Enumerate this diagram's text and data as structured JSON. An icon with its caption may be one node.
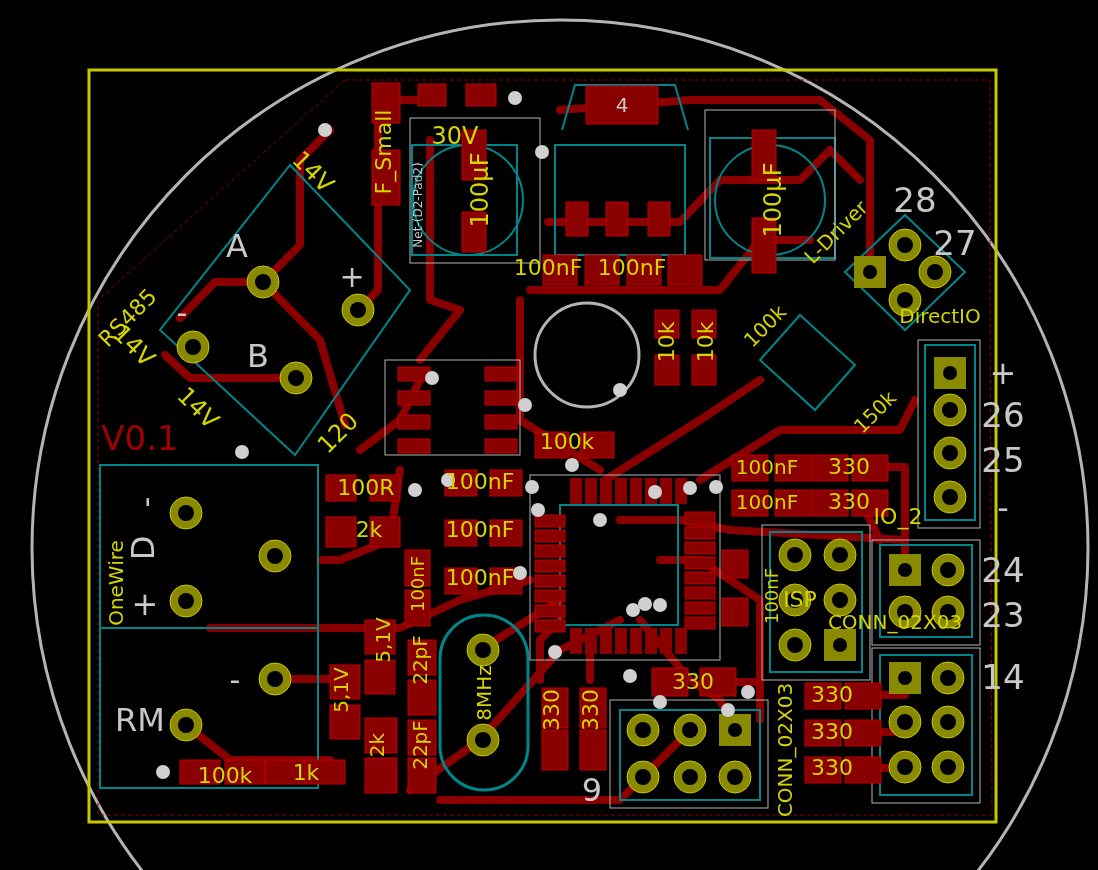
{
  "diagram": {
    "labels": [
      "V0.1",
      "RS485",
      "14V",
      "14V",
      "14V",
      "120",
      "A",
      "B",
      "+",
      "-",
      "F_Small",
      "30V",
      "Net-(D2-Pad2)",
      "100µF",
      "100µF",
      "4",
      "100nF",
      "100nF",
      "L-Driver",
      "28",
      "27",
      "DirectIO",
      "10k",
      "10k",
      "100k",
      "150k",
      "100k",
      "100R",
      "2k",
      "100nF",
      "100nF",
      "100nF",
      "100nF",
      "100nF",
      "330",
      "100nF",
      "330",
      "IO_2",
      "+",
      "26",
      "25",
      "-",
      "24",
      "23",
      "14",
      "ISP",
      "CONN_02X03",
      "100nF",
      "CONN_02X03",
      "-",
      "D",
      "+",
      "OneWire",
      "-",
      "RM",
      "5,1V",
      "5,1V",
      "22pF",
      "22pF",
      "2k",
      "8MHz",
      "330",
      "330",
      "330",
      "330",
      "330",
      "330",
      "9",
      "100k",
      "1k"
    ]
  }
}
